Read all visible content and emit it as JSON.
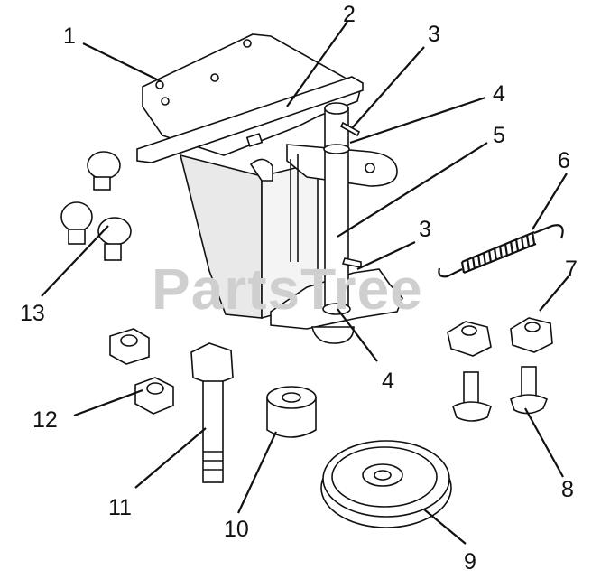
{
  "watermark": "PartsTree",
  "callouts": {
    "n1": "1",
    "n2": "2",
    "n3a": "3",
    "n4a": "4",
    "n5": "5",
    "n6": "6",
    "n3b": "3",
    "n7": "7",
    "n13": "13",
    "n4b": "4",
    "n12": "12",
    "n11": "11",
    "n10": "10",
    "n9": "9",
    "n8": "8"
  },
  "colors": {
    "line": "#111111",
    "part_fill": "#ffffff",
    "shade": "#e6e6e6",
    "watermark": "#cfcfcf"
  }
}
